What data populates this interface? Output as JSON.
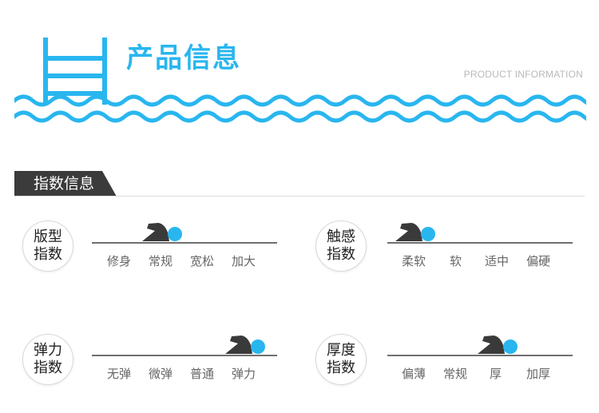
{
  "header": {
    "title": "产品信息",
    "subtitle": "PRODUCT INFORMATION"
  },
  "section": {
    "tab_label": "指数信息"
  },
  "indices": [
    {
      "label_line1": "版型",
      "label_line2": "指数",
      "options": [
        "修身",
        "常规",
        "宽松",
        "加大"
      ],
      "selected": "常规"
    },
    {
      "label_line1": "触感",
      "label_line2": "指数",
      "options": [
        "柔软",
        "软",
        "适中",
        "偏硬"
      ],
      "selected": "柔软"
    },
    {
      "label_line1": "弹力",
      "label_line2": "指数",
      "options": [
        "无弹",
        "微弹",
        "普通",
        "弹力"
      ],
      "selected": "弹力"
    },
    {
      "label_line1": "厚度",
      "label_line2": "指数",
      "options": [
        "偏薄",
        "常规",
        "厚",
        "加厚"
      ],
      "selected": "厚"
    }
  ],
  "colors": {
    "accent": "#29b6ef",
    "dark": "#3b3b3b"
  },
  "icons": {
    "header": "pool-ladder-icon",
    "decoration": "wave-icon",
    "marker": "swimmer-icon"
  }
}
